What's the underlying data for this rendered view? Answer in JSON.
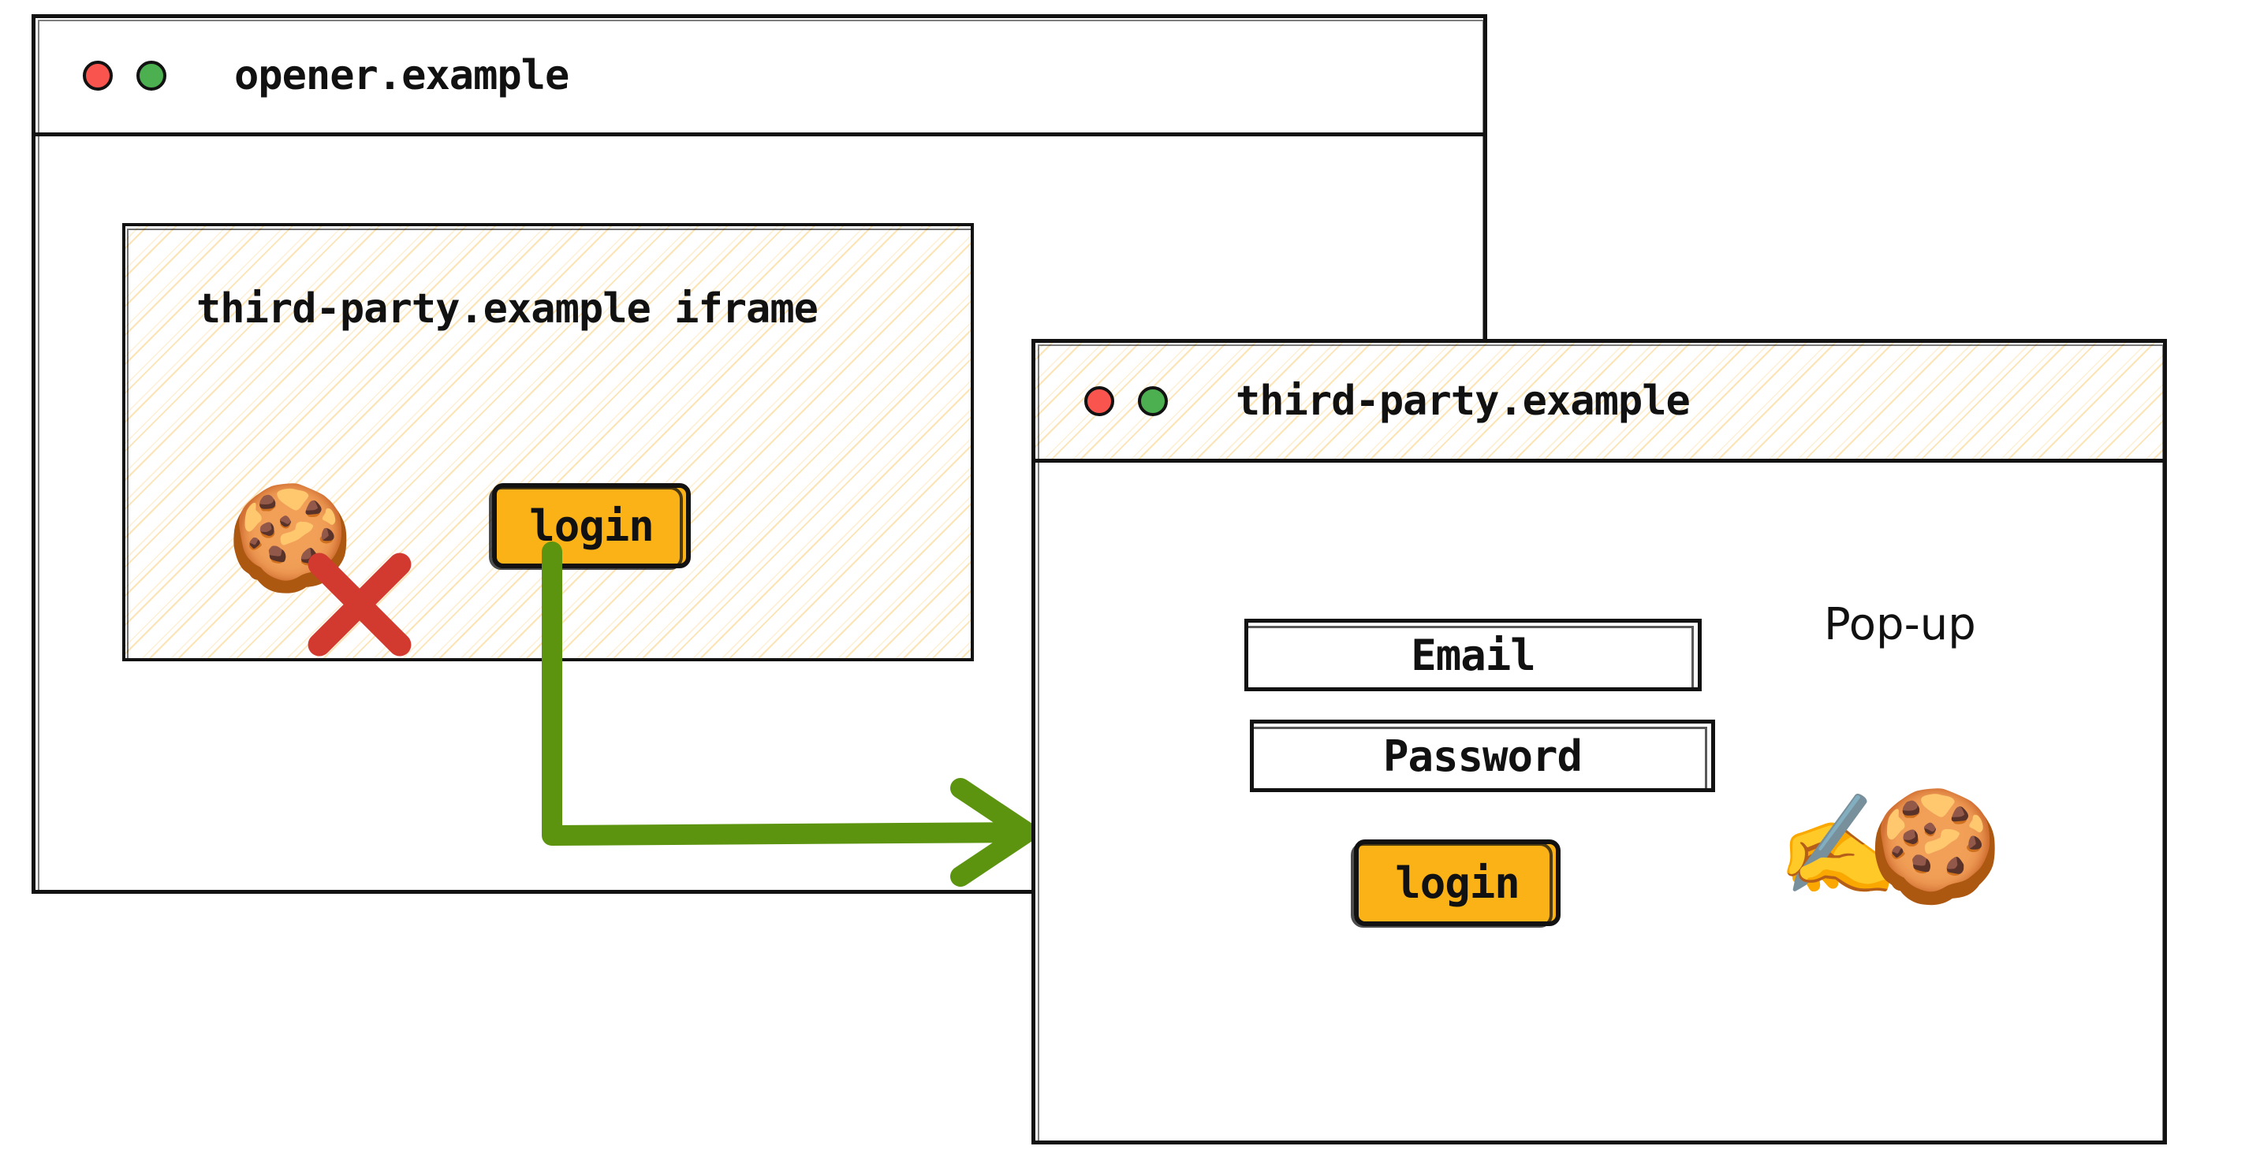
{
  "diagram": {
    "title": "Third-party iframe opens a pop-up to third-party.example for login",
    "colors": {
      "accent_button": "#FBB217",
      "arrow_green": "#5C9410",
      "hatch_yellow": "#FACD78",
      "dot_red": "#F9544E",
      "dot_green": "#4CB050",
      "x_red": "#D23A30",
      "stroke_black": "#121212"
    }
  },
  "opener_window": {
    "title": "opener.example",
    "controls": {
      "close_label": "close",
      "maximize_label": "maximize"
    },
    "iframe": {
      "label": "third-party.example iframe",
      "cookie_icon": "cookie-emoji",
      "blocked_icon": "red-x-mark",
      "login_button": "login"
    }
  },
  "popup_window": {
    "title": "third-party.example",
    "annotation": "Pop-up",
    "controls": {
      "close_label": "close",
      "maximize_label": "maximize"
    },
    "form": {
      "email_field": "Email",
      "password_field": "Password",
      "submit_button": "login"
    },
    "writing_hand_icon": "writing-hand-emoji",
    "cookie_icon": "cookie-emoji"
  },
  "flow": {
    "arrow_label": "",
    "from": "iframe login button",
    "to": "third-party.example pop-up"
  }
}
